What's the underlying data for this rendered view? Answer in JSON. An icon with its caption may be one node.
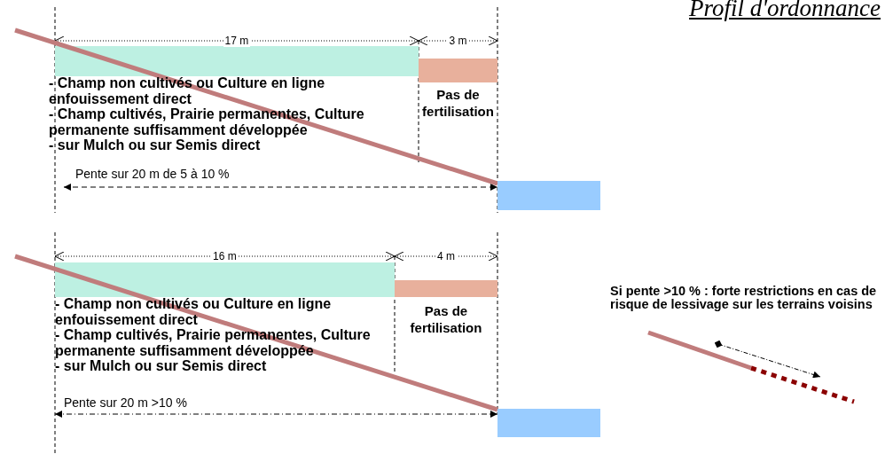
{
  "diagram": {
    "title": "Profil d'ordonnance",
    "nodes": [
      {
        "text": [],
        "shape": "box"
      },
      {
        "text": [],
        "shape": "box"
      }
    ],
    "labels": [
      "17 m",
      "3 m",
      "- Champ non cultivés ou Culture en ligne enfouissement direct",
      "- Champ cultivés, Prairie permanentes, Culture permanente suffisamment développée",
      "- sur Mulch ou sur Semis direct",
      "Pas de fertilisation",
      "Pente sur 20 m de 5 à 10 %",
      "16 m",
      "4 m",
      "- Champ non cultivés ou Culture en ligne enfouissement direct",
      "- Champ cultivés, Prairie permanentes, Culture permanente suffisamment développée",
      "- sur Mulch ou sur Semis direct",
      "Pas de fertilisation",
      "Pente sur 20 m >10 %",
      "Si pente >10 % : forte restrictions en cas de risque de lessivage sur les terrains voisins"
    ]
  }
}
